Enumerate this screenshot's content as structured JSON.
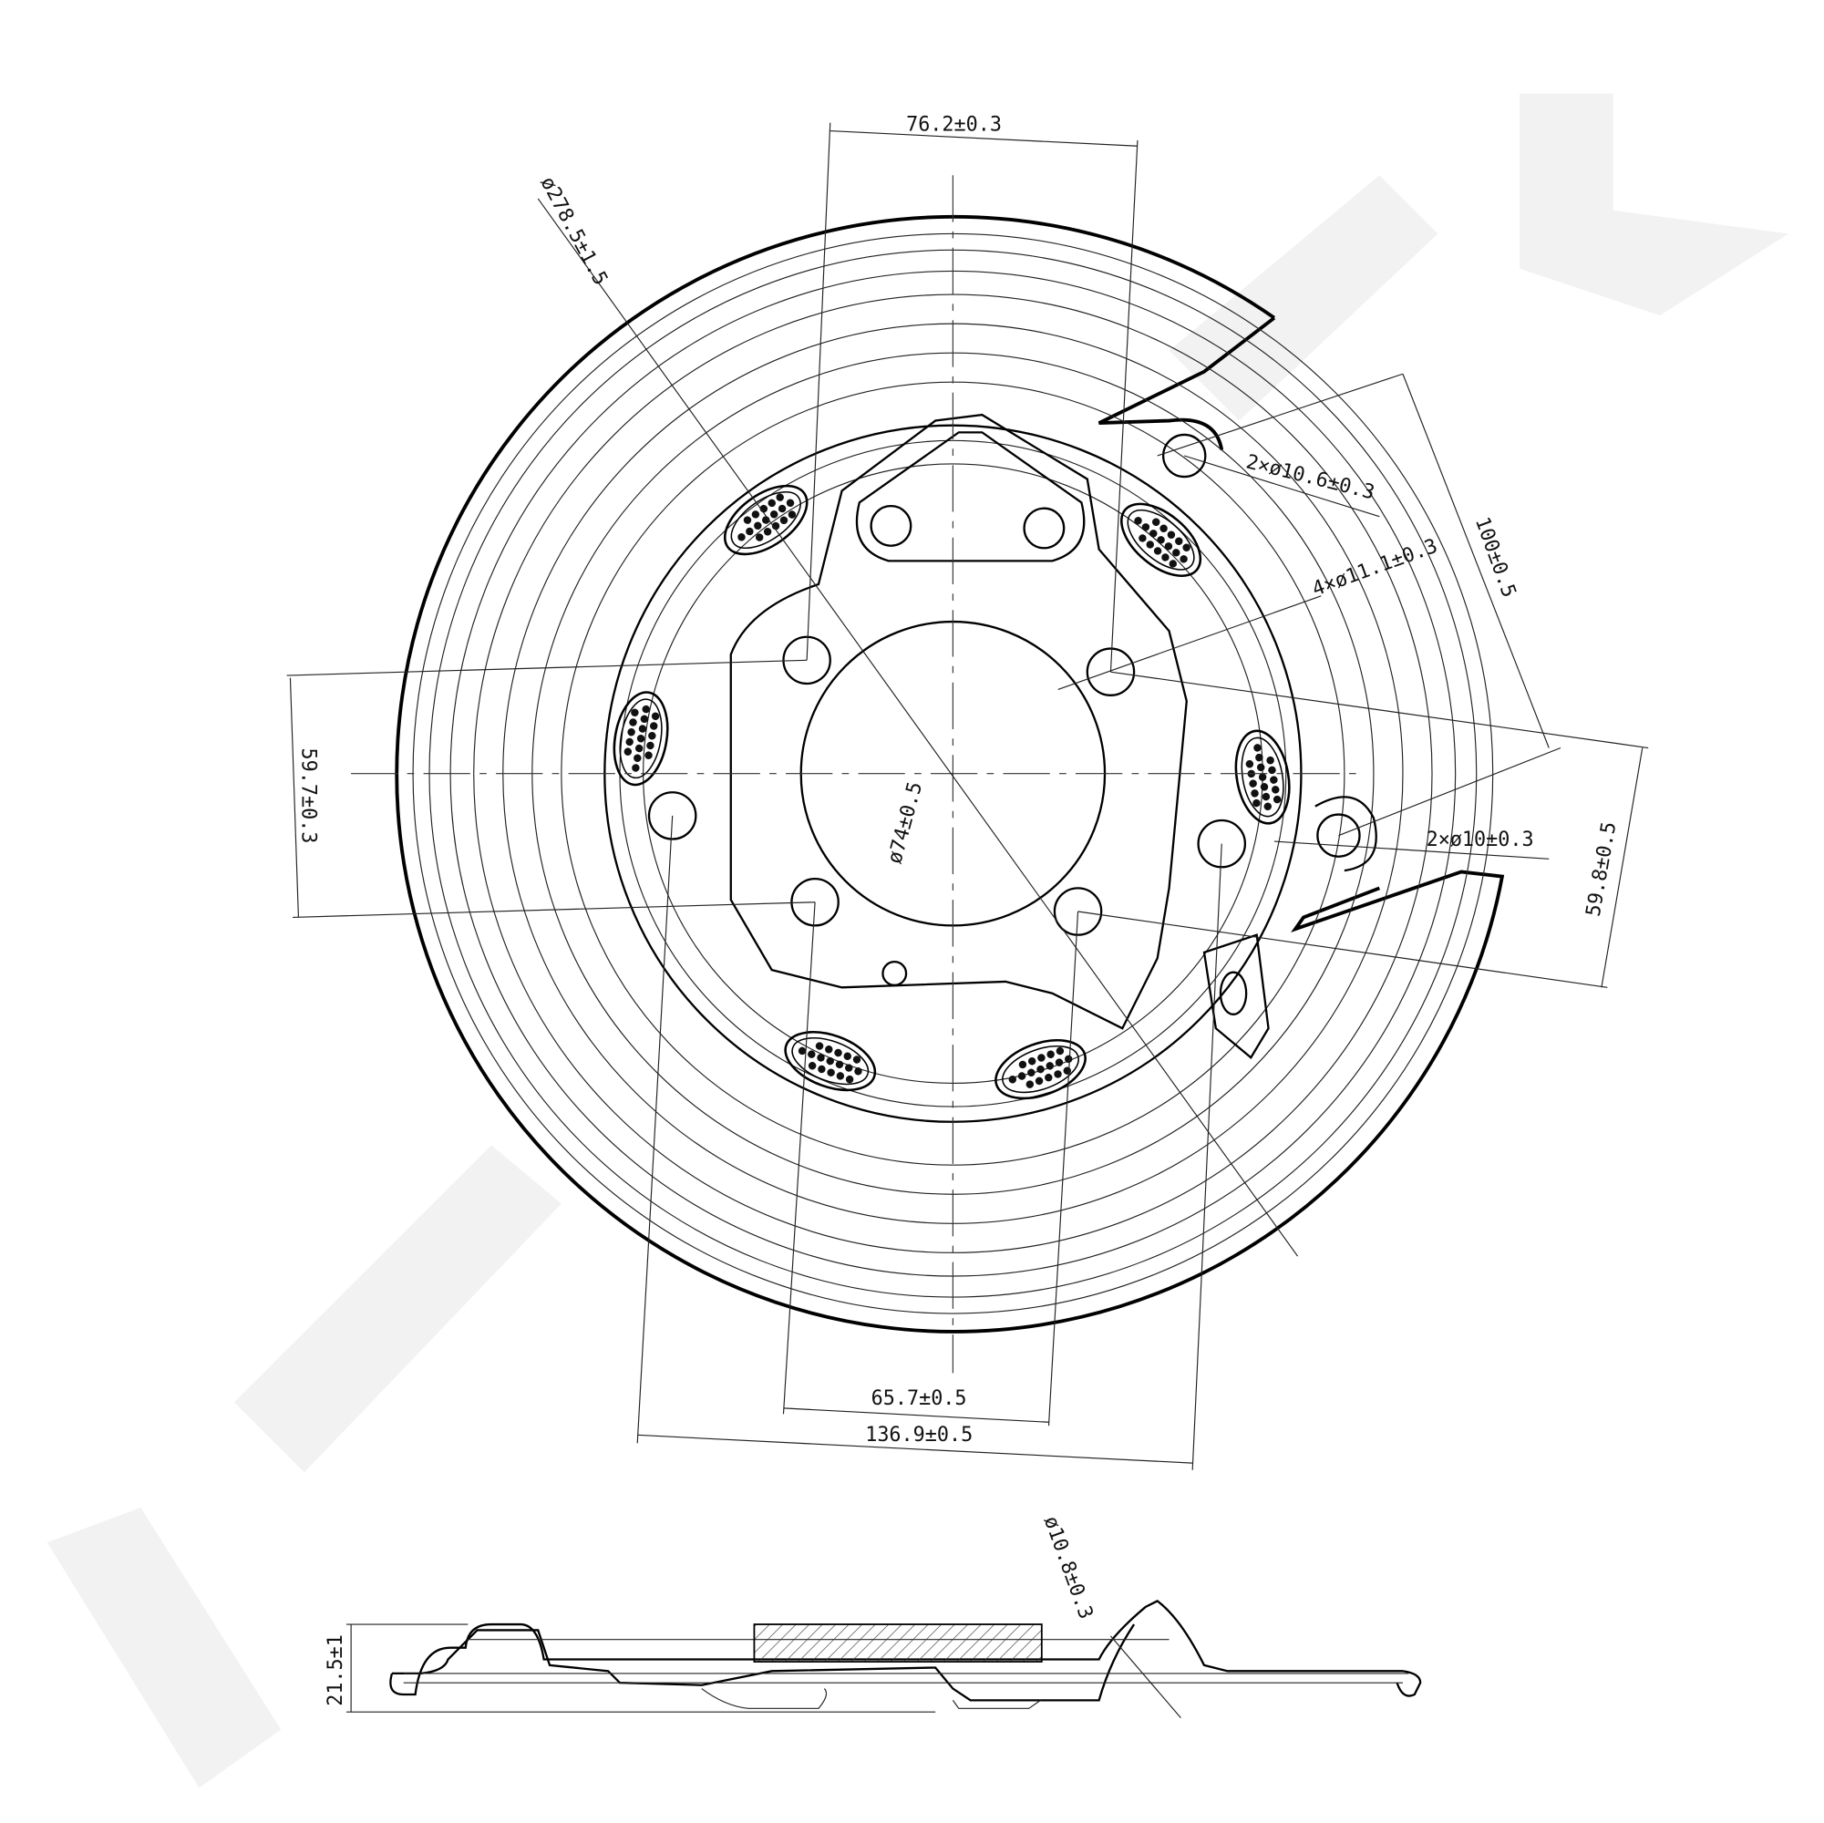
{
  "drawing": {
    "dimensions": {
      "bolt_spacing_top": "76.2±0.3",
      "outer_diameter": "ø278.5±1.5",
      "ear_holes_top": "2×ø10.6±0.3",
      "ear_spacing": "100±0.5",
      "bolt_holes": "4×ø11.1±0.3",
      "center_hole": "ø74±0.5",
      "left_vertical": "59.7±0.3",
      "ear_holes_right": "2×ø10±0.3",
      "right_vertical": "59.8±0.5",
      "bottom_inner": "65.7±0.5",
      "bottom_outer": "136.9±0.5",
      "side_hole": "ø10.8±0.3",
      "thickness": "21.5±1"
    }
  }
}
